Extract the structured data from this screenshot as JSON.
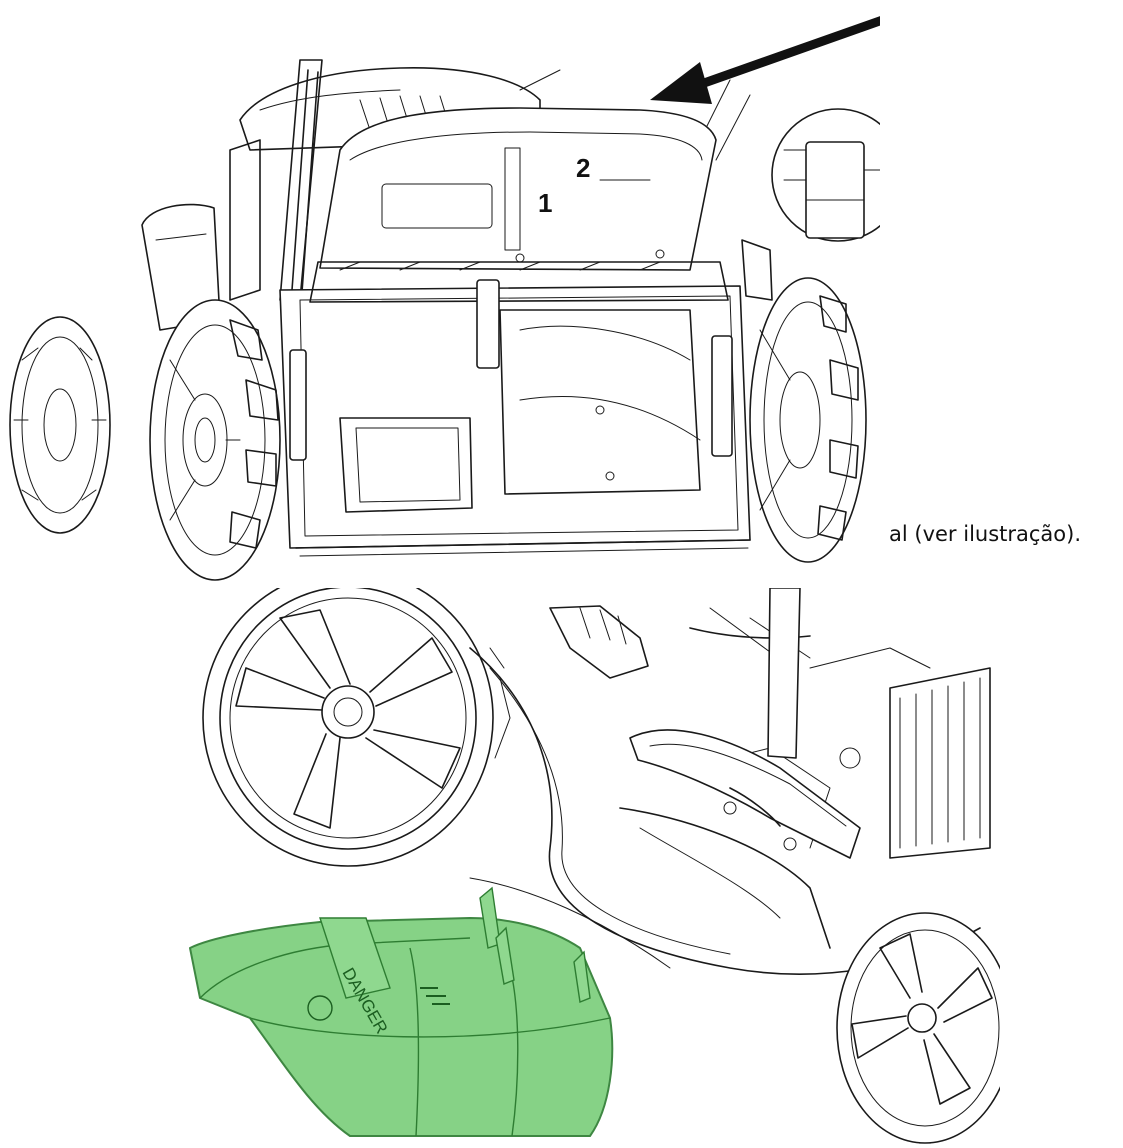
{
  "callouts": {
    "one": "1",
    "two": "2"
  },
  "caption": "al (ver ilustração).",
  "cover_label": "DANGER",
  "colors": {
    "line": "#1a1a1a",
    "arrow": "#111111",
    "deflector_fill": "#7ccf7c",
    "deflector_stroke": "#2e7d32"
  },
  "icons": {
    "arrow": "direction-arrow-icon",
    "detail": "magnified-detail-icon"
  }
}
